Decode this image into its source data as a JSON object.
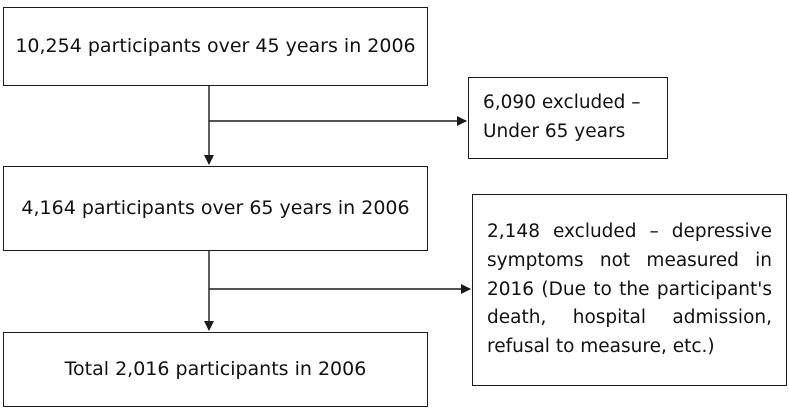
{
  "flowchart": {
    "step1": "10,254 participants over 45 years in 2006",
    "step2": "4,164 participants over 65 years in 2006",
    "step3": "Total 2,016 participants in 2006",
    "exclusion1": {
      "lines": [
        "6,090 excluded –",
        "Under 65 years"
      ]
    },
    "exclusion2": {
      "lines": [
        "2,148 excluded – depressive",
        "symptoms not measured in",
        "2016 (Due to the participant's",
        "death, hospital admission,",
        "refusal to measure, etc.)"
      ]
    }
  },
  "colors": {
    "line": "#1a1a1a",
    "background": "#ffffff"
  }
}
